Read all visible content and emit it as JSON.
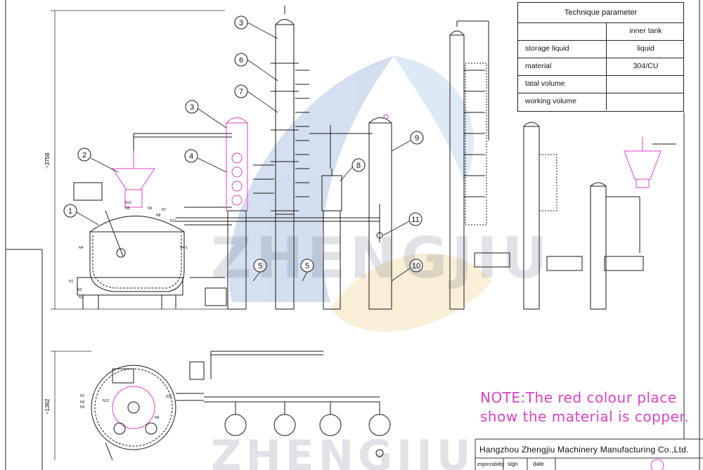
{
  "watermark": {
    "brand_top": "ZHENGJIU",
    "brand_bottom": "ZHENGJIU"
  },
  "dimensions": {
    "height_main": "~3758",
    "height_plan": "~1362"
  },
  "callouts": [
    "3",
    "6",
    "7",
    "3",
    "2",
    "4",
    "8",
    "9",
    "1",
    "11",
    "5",
    "5",
    "10"
  ],
  "nozzles": [
    "N12",
    "N5",
    "N6",
    "N7",
    "N8",
    "N11",
    "N4",
    "N4-1",
    "N1",
    "N2",
    "N3",
    "N12",
    "N5",
    "N3",
    "N1",
    "N6",
    "N11"
  ],
  "parameter_table": {
    "title": "Technique parameter",
    "header_right": "inner tank",
    "rows": [
      {
        "label": "storage liquid",
        "value": "liquid"
      },
      {
        "label": "material",
        "value": "304/CU"
      },
      {
        "label": "tatal volume",
        "value": ""
      },
      {
        "label": "working volume",
        "value": ""
      }
    ]
  },
  "note": {
    "line1": "NOTE:The red colour place",
    "line2": "show the material is copper."
  },
  "title_block": {
    "company": "Hangzhou Zhengjiu Machinery Manufacturing Co.,Ltd.",
    "field_responsibility": "esponsibility",
    "field_sign": "sign",
    "field_date": "date"
  },
  "colors": {
    "line": "#1a1a1a",
    "copper_highlight": "#e040c8",
    "watermark_blue": "#3d6fb6",
    "watermark_gold": "#e8b54a"
  }
}
